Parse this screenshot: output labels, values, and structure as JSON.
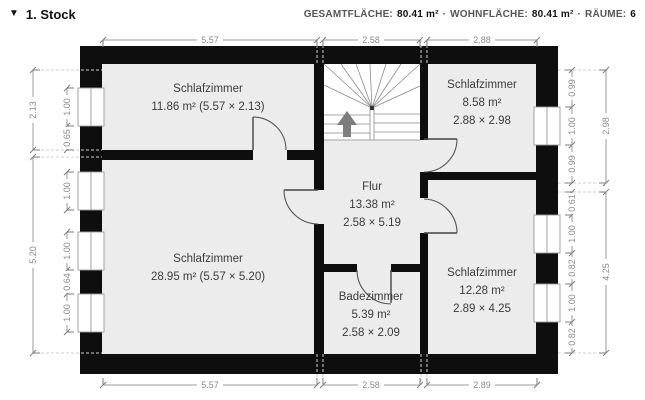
{
  "header": {
    "toggle_icon": "▼",
    "title": "1. Stock",
    "separator": "·",
    "stats": [
      {
        "label": "GESAMTFLÄCHE:",
        "value": "80.41 m²"
      },
      {
        "label": "WOHNFLÄCHE:",
        "value": "80.41 m²"
      },
      {
        "label": "RÄUME:",
        "value": "6"
      }
    ]
  },
  "rooms": {
    "bedroom_top_left": {
      "name": "Schlafzimmer",
      "area": "11.86 m² (5.57 × 2.13)"
    },
    "bedroom_top_right": {
      "name": "Schlafzimmer",
      "area": "8.58 m²",
      "size": "2.88 × 2.98"
    },
    "hallway": {
      "name": "Flur",
      "area": "13.38 m²",
      "size": "2.58 × 5.19"
    },
    "bedroom_bottom_left": {
      "name": "Schlafzimmer",
      "area": "28.95 m² (5.57 × 5.20)"
    },
    "bathroom": {
      "name": "Badezimmer",
      "area": "5.39 m²",
      "size": "2.58 × 2.09"
    },
    "bedroom_bottom_right": {
      "name": "Schlafzimmer",
      "area": "12.28 m²",
      "size": "2.89 × 4.25"
    }
  },
  "dims": {
    "top": [
      "5.57",
      "2.58",
      "2.88"
    ],
    "bottom": [
      "5.57",
      "2.58",
      "2.89"
    ],
    "left_outer": [
      "2.13",
      "5.20"
    ],
    "left_inner": [
      "1.00",
      "0.65",
      "1.00",
      "1.00",
      "0.64",
      "1.00"
    ],
    "right_inner": [
      "0.99",
      "1.00",
      "0.99",
      "0.61",
      "1.00",
      "0.82",
      "1.00",
      "0.82"
    ],
    "right_outer": [
      "2.98",
      "4.25"
    ]
  },
  "colors": {
    "wall": "#0e0e0e",
    "room_fill": "#ececec",
    "dim_text": "#8a8a8a",
    "arrow": "#7d7d7d"
  }
}
